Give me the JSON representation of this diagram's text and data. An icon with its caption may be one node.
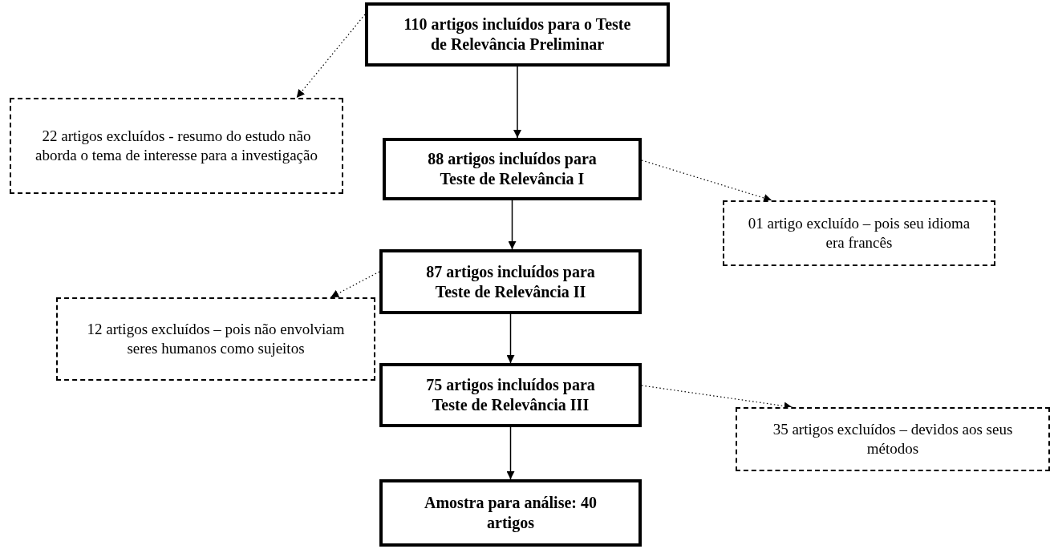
{
  "diagram": {
    "nodes": [
      {
        "text": [
          "110 artigos incluídos para o Teste de Relevância Preliminar"
        ]
      },
      {
        "text": [
          "22 artigos excluídos - resumo do estudo não aborda o tema de interesse para a investigação"
        ]
      },
      {
        "text": [
          "88 artigos incluídos para Teste de Relevância I"
        ]
      },
      {
        "text": [
          "01 artigo excluído – pois seu idioma era francês"
        ]
      },
      {
        "text": [
          "87 artigos incluídos para Teste de Relevância II"
        ]
      },
      {
        "text": [
          "12 artigos excluídos – pois não envolviam seres humanos como sujeitos"
        ]
      },
      {
        "text": [
          "75 artigos incluídos para Teste de Relevância III"
        ]
      },
      {
        "text": [
          "35 artigos excluídos – devidos aos seus métodos"
        ]
      },
      {
        "text": [
          "Amostra para análise: 40 artigos"
        ]
      }
    ],
    "edges": [
      {
        "from": 0,
        "to": 2,
        "arrow": "to"
      },
      {
        "from": 0,
        "to": 1,
        "arrow": "to",
        "style": "dashed"
      },
      {
        "from": 2,
        "to": 4,
        "arrow": "to"
      },
      {
        "from": 2,
        "to": 3,
        "arrow": "to",
        "style": "dashed"
      },
      {
        "from": 4,
        "to": 6,
        "arrow": "to"
      },
      {
        "from": 4,
        "to": 5,
        "arrow": "to",
        "style": "dashed"
      },
      {
        "from": 6,
        "to": 8,
        "arrow": "to"
      },
      {
        "from": 6,
        "to": 7,
        "arrow": "to",
        "style": "dashed"
      }
    ]
  }
}
